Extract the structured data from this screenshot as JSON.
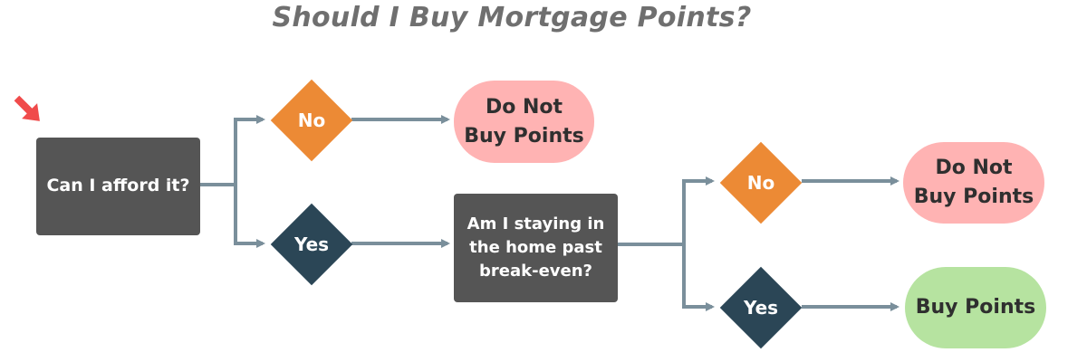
{
  "title": "Should I Buy Mortgage Points?",
  "colors": {
    "box": "#555555",
    "no_diamond": "#ec8a35",
    "yes_diamond": "#2b4656",
    "negative_outcome": "#ffb3b3",
    "positive_outcome": "#b6e3a0",
    "connector": "#7a8f9b",
    "start_arrow": "#f04b4b"
  },
  "nodes": {
    "q1": "Can I afford it?",
    "q1_no": "No",
    "q1_yes": "Yes",
    "q1_no_result": "Do Not\nBuy Points",
    "q2": "Am I staying in\nthe home past\nbreak-even?",
    "q2_no": "No",
    "q2_yes": "Yes",
    "q2_no_result": "Do Not\nBuy Points",
    "q2_yes_result": "Buy Points"
  },
  "icons": {
    "start": "start-arrow-icon"
  }
}
